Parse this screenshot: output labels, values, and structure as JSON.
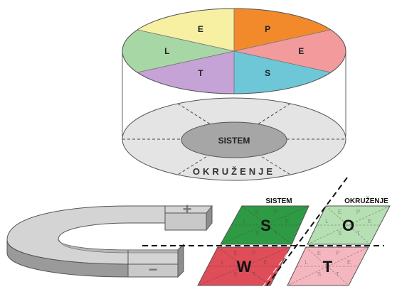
{
  "pestle": {
    "segments": [
      {
        "letter": "E",
        "color": "#f7f0a3"
      },
      {
        "letter": "P",
        "color": "#f28a2c"
      },
      {
        "letter": "E",
        "color": "#f29a9c"
      },
      {
        "letter": "S",
        "color": "#6ec7d6"
      },
      {
        "letter": "T",
        "color": "#c5a3d6"
      },
      {
        "letter": "L",
        "color": "#a8d7a6"
      }
    ]
  },
  "layers": {
    "inner_label": "SISTEM",
    "outer_label": "OKRUŽENJE"
  },
  "swot": {
    "sistem_header": "SISTEM",
    "okruzenje_header": "OKRUŽENJE",
    "tiles": [
      {
        "letter": "S",
        "color": "#2e9a44",
        "sub": [
          "E",
          "P",
          "E",
          "L",
          "S",
          "T"
        ]
      },
      {
        "letter": "O",
        "color": "#b6e0b3",
        "sub": [
          "E",
          "P",
          "E",
          "L",
          "S",
          "T"
        ]
      },
      {
        "letter": "W",
        "color": "#de4d58",
        "sub": [
          "E",
          "P",
          "E",
          "L",
          "S",
          "T"
        ]
      },
      {
        "letter": "T",
        "color": "#f5b7bf",
        "sub": [
          "E",
          "P",
          "E",
          "L",
          "S",
          "T"
        ]
      }
    ]
  },
  "magnet": {
    "plus_symbol": "+",
    "minus_symbol": "−"
  }
}
